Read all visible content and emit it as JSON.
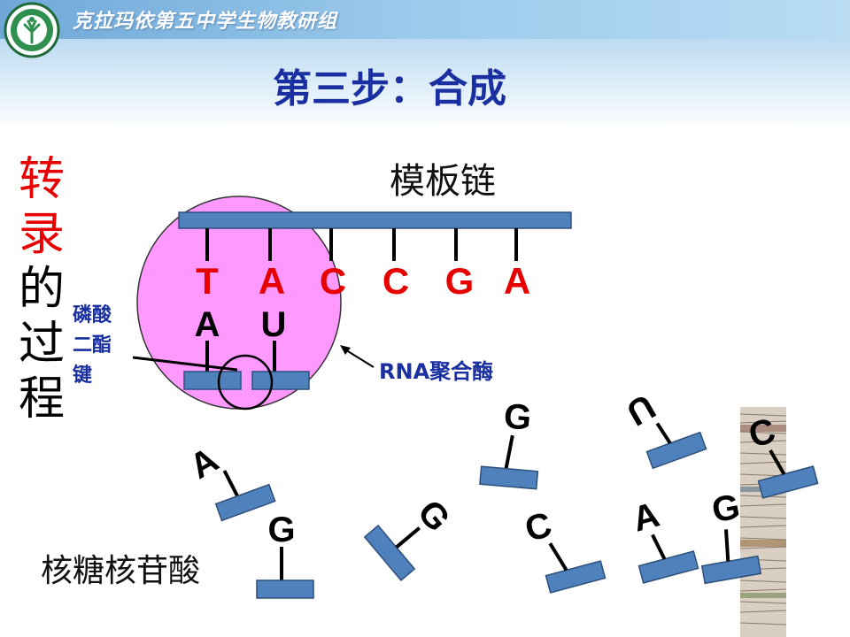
{
  "header": {
    "school_name": "克拉玛依第五中学生物教研组",
    "title": "第三步：合成"
  },
  "side_title": {
    "red_chars": [
      "转",
      "录"
    ],
    "black_chars": [
      "的",
      "过",
      "程"
    ]
  },
  "labels": {
    "template_strand": "模板链",
    "bond": [
      "磷酸",
      "二酯",
      "键"
    ],
    "enzyme": "RNA聚合酶",
    "free_nucleotides": "核糖核苷酸"
  },
  "template_bases": [
    "T",
    "A",
    "C",
    "C",
    "G",
    "A"
  ],
  "paired_bases": [
    "A",
    "U"
  ],
  "free_bases": [
    "A",
    "G",
    "G",
    "G",
    "C",
    "U",
    "A",
    "G",
    "C"
  ],
  "colors": {
    "template_base": "#e60000",
    "strand_fill": "#4f81bd",
    "enzyme_fill": "#ff99ff",
    "title": "#1a2fa0"
  }
}
